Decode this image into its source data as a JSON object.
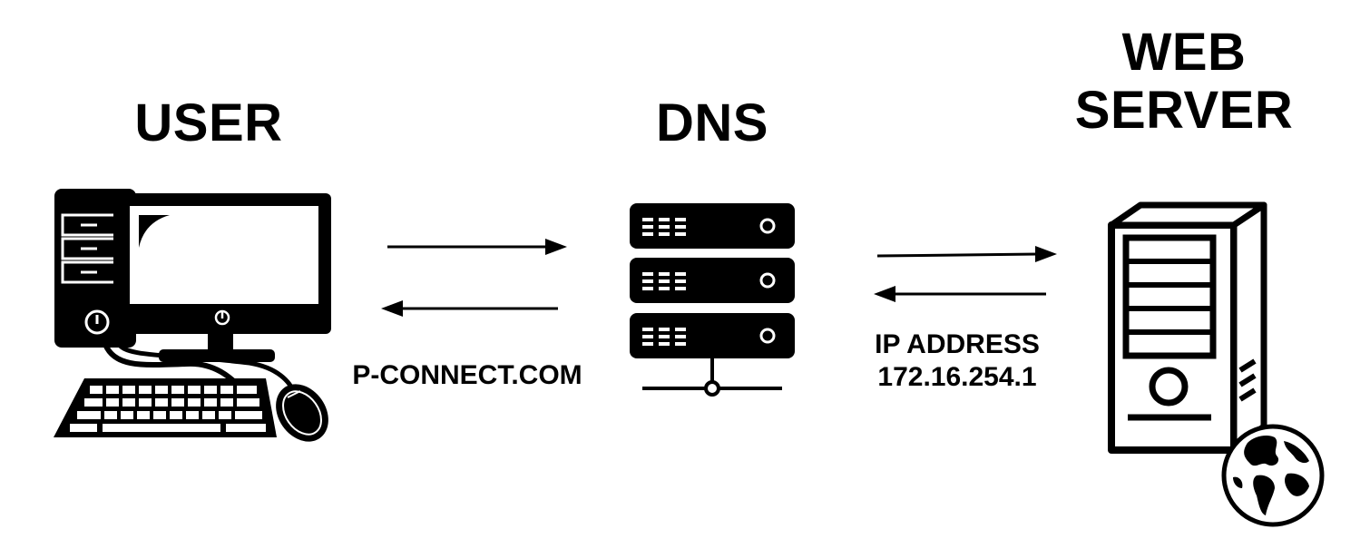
{
  "nodes": {
    "user": {
      "title": "USER"
    },
    "dns": {
      "title": "DNS"
    },
    "web_server": {
      "title_line1": "WEB",
      "title_line2": "SERVER"
    }
  },
  "edges": {
    "user_dns": {
      "label": "P-CONNECT.COM"
    },
    "dns_server": {
      "label_line1": "IP ADDRESS",
      "label_line2": "172.16.254.1"
    }
  },
  "icons": {
    "user": "desktop-computer-icon",
    "dns": "server-rack-icon",
    "web_server": "tower-server-icon",
    "globe": "globe-icon"
  },
  "colors": {
    "ink": "#000000",
    "background": "#ffffff"
  }
}
